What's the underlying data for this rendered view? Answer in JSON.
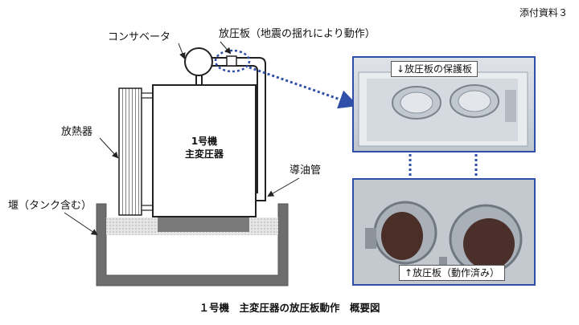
{
  "header": {
    "attachment": "添付資料３"
  },
  "labels": {
    "conservator": "コンサベータ",
    "pressure_relief_plate": "放圧板（地震の揺れにより動作）",
    "radiator": "放熱器",
    "transformer_line1": "1号機",
    "transformer_line2": "主変圧器",
    "oil_pipe": "導油管",
    "dike": "堰（タンク含む）"
  },
  "photos": {
    "top_label": "↓放圧板の保護板",
    "bottom_label": "↑放圧板（動作済み）"
  },
  "caption": "１号機　主変圧器の放圧板動作　概要図",
  "colors": {
    "accent_blue": "#2f4fa8",
    "dike_gray": "#6e6e6e"
  }
}
